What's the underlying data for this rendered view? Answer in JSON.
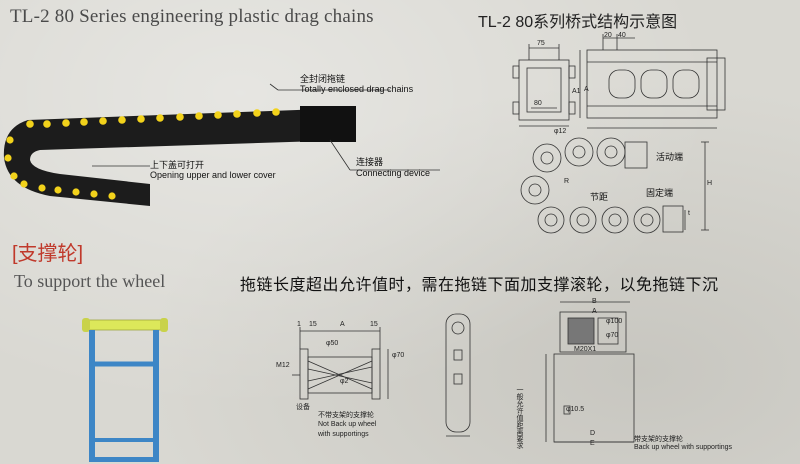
{
  "header": {
    "title_en": "TL-2 80 Series engineering plastic drag chains",
    "title_cn": "TL-2 80系列桥式结构示意图"
  },
  "chain_labels": {
    "enclosed_cn": "全封闭拖链",
    "enclosed_en": "Totally enclosed drag chains",
    "opening_cn": "上下盖可打开",
    "opening_en": "Opening upper and lower cover",
    "connect_cn": "连接器",
    "connect_en": "Connecting device"
  },
  "structure_labels": {
    "dim_75": "75",
    "dim_20": "20",
    "dim_40": "40",
    "dim_80": "80",
    "dim_a": "A",
    "dim_a1": "A1",
    "dim_h": "H",
    "dim_phi12": "φ12",
    "dim_r": "R",
    "dim_t": "t",
    "moving_end": "活动端",
    "pitch": "节距",
    "fixed_end": "固定端"
  },
  "wheel_section": {
    "title_cn": "[支撑轮]",
    "title_en": "To support the wheel",
    "note_cn": "拖链长度超出允许值时，需在拖链下面加支撑滚轮，以免拖链下沉"
  },
  "wheel_labels": {
    "d1": "1",
    "d15a": "15",
    "dA": "A",
    "d15b": "15",
    "m12": "M12",
    "phi50": "φ50",
    "phi70": "φ70",
    "phi2": "φ2",
    "set": "设备",
    "no_back_cn": "不带支架的支撑轮",
    "no_back_en1": "Not Back up wheel",
    "no_back_en2": "with supportings",
    "b": "B",
    "a": "A",
    "phi100": "φ100",
    "phi70b": "φ70",
    "m20x1": "M20X1",
    "allow": "一般允许值距离要求",
    "phi105": "φ10.5",
    "d": "D",
    "e": "E",
    "with_back_cn": "带支架的支撑轮",
    "with_back_en": "Back up wheel with supportings"
  },
  "colors": {
    "chain_body": "#1a1a1a",
    "chain_dot": "#f2d21b",
    "wheel_frame": "#3d86c6",
    "wheel_roller": "#dce85a",
    "wheel_title": "#c0392b"
  }
}
